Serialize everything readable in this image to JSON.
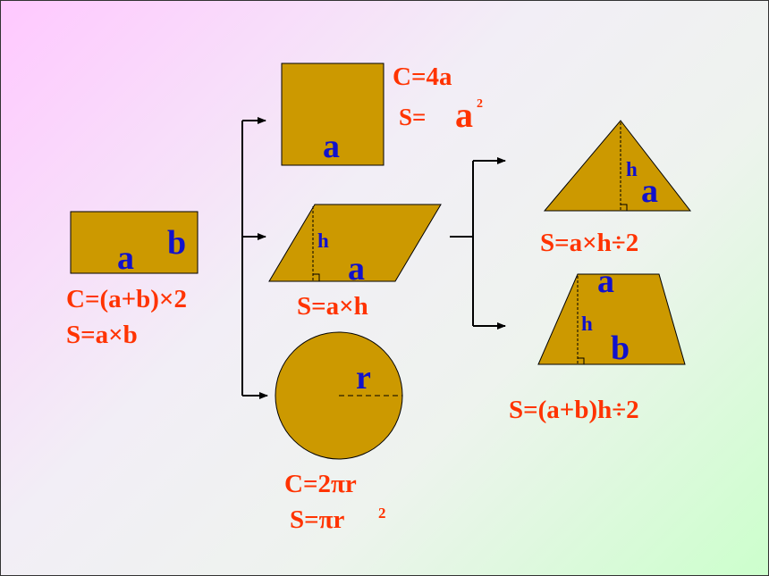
{
  "colors": {
    "shape_fill": "#cc9900",
    "formula": "#ff3300",
    "label": "#1111cc",
    "connector": "#000000"
  },
  "rectangle": {
    "side_a": "a",
    "side_b": "b",
    "perimeter": "C=(a+b)×2",
    "area": "S=a×b"
  },
  "square": {
    "side": "a",
    "perimeter": "C=4a",
    "area_prefix": "S=",
    "area_base": "a",
    "area_exp": "2"
  },
  "parallelogram": {
    "base": "a",
    "height": "h",
    "area": "S=a×h"
  },
  "circle": {
    "radius": "r",
    "circumference": "C=2πr",
    "area_base": "S=πr",
    "area_exp": "2"
  },
  "triangle": {
    "base": "a",
    "height": "h",
    "area": "S=a×h÷2"
  },
  "trapezoid": {
    "top": "a",
    "bottom": "b",
    "height": "h",
    "area": "S=(a+b)h÷2"
  }
}
